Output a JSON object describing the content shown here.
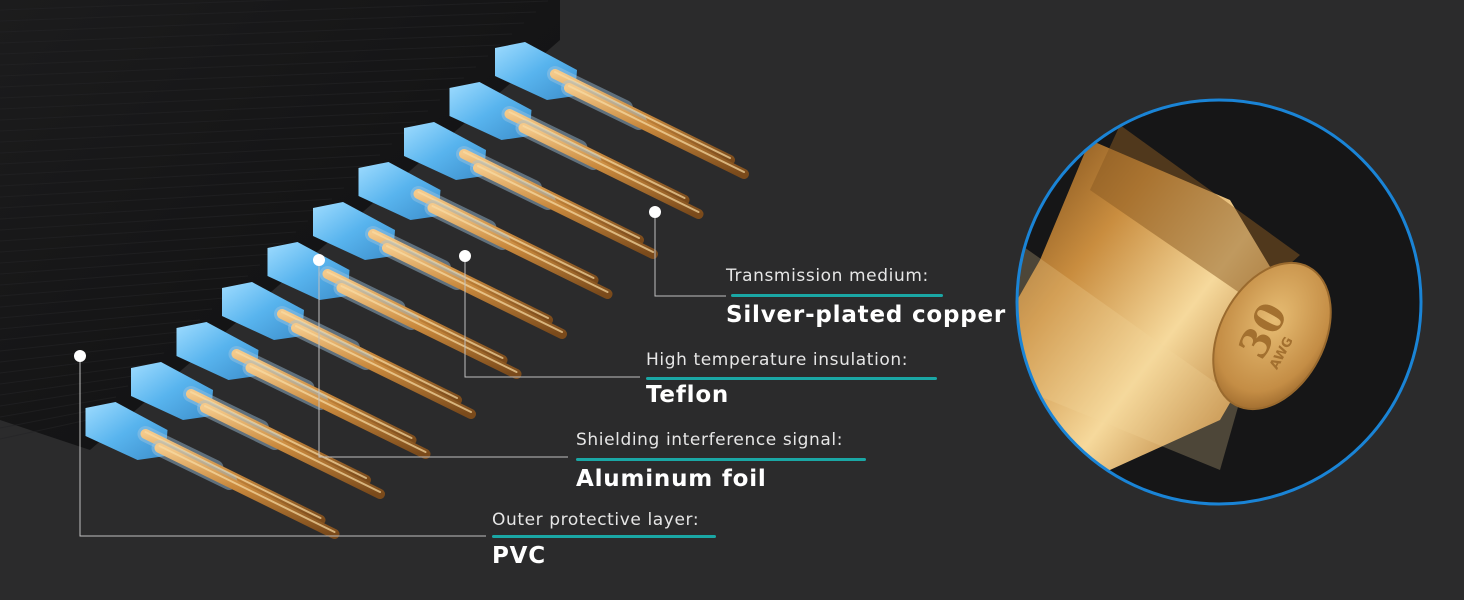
{
  "labels": [
    {
      "title": "Transmission medium:",
      "value": "Silver-plated copper"
    },
    {
      "title": "High temperature insulation:",
      "value": "Teflon"
    },
    {
      "title": "Shielding interference signal:",
      "value": "Aluminum foil"
    },
    {
      "title": "Outer protective layer:",
      "value": "PVC"
    }
  ],
  "zoom": {
    "gauge_number": "30",
    "gauge_unit": "AWG"
  },
  "colors": {
    "background": "#2b2b2c",
    "accent_line": "#1aa7a5",
    "circle_border": "#1a84d6",
    "insulation": "#5ab6ef",
    "copper": "#c98a3e"
  }
}
